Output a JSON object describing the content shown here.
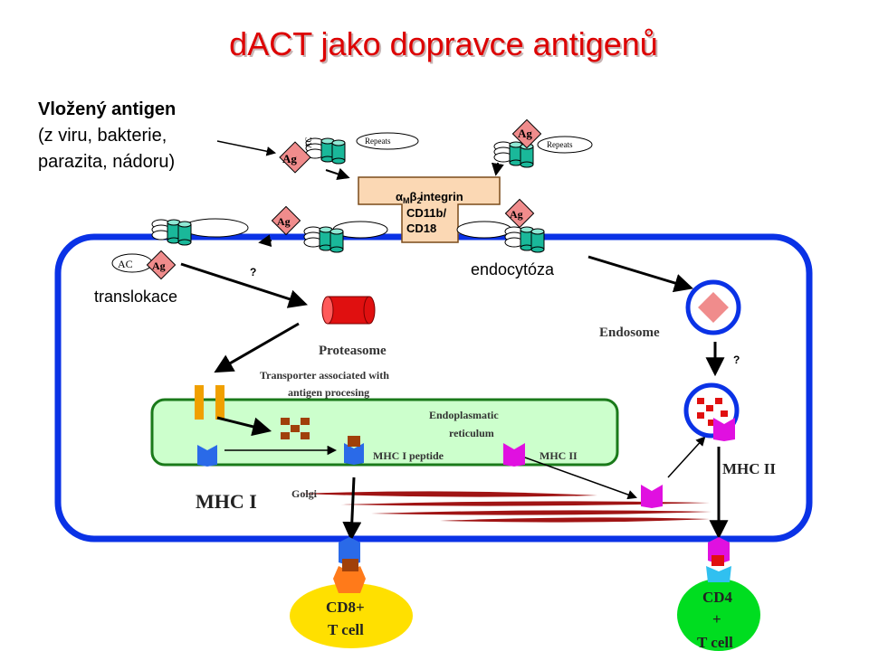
{
  "title": "dACT jako dopravce antigenů",
  "antigen_note": [
    "Vložený antigen",
    "(z viru, bakterie,",
    "parazita, nádoru)"
  ],
  "labels": {
    "ag": "Ag",
    "ac": "AC",
    "repeats": "Repeats",
    "integrin_line1": "integrin",
    "integrin_line2": "CD11b/",
    "integrin_line3": "CD18",
    "translokace": "translokace",
    "endocytoza": "endocytóza",
    "question": "?",
    "proteasome": "Proteasome",
    "tap_line1": "Transporter associated with",
    "tap_line2": "antigen procesing",
    "er_line1": "Endoplasmatic",
    "er_line2": "reticulum",
    "mhc1_peptide": "MHC I peptide",
    "mhc2_er": "MHC II",
    "mhc1": "MHC I",
    "mhc2": "MHC II",
    "golgi": "Golgi",
    "endosome": "Endosome",
    "cd8_line1": "CD8+",
    "cd8_line2": "T cell",
    "cd4_line1": "CD4",
    "cd4_line2": "+",
    "cd4_line3": "T cell"
  },
  "colors": {
    "title": "#dd0000",
    "cell_membrane": "#0a32e6",
    "er_fill": "#ccffcc",
    "er_border": "#1a7a1a",
    "ag_fill": "#f08c8c",
    "integrin_fill": "#fbd8b4",
    "toxin_cyl": "#1ab89a",
    "proteasome": "#e01010",
    "tap": "#f0a000",
    "mhc1": "#2a6ae8",
    "mhc2": "#e010e0",
    "peptide_brown": "#a0400a",
    "golgi": "#a01414",
    "tcell_fill": "#ffe000",
    "cd8_receptor": "#ff7a1a",
    "cd4_receptor": "#30c0f0"
  }
}
